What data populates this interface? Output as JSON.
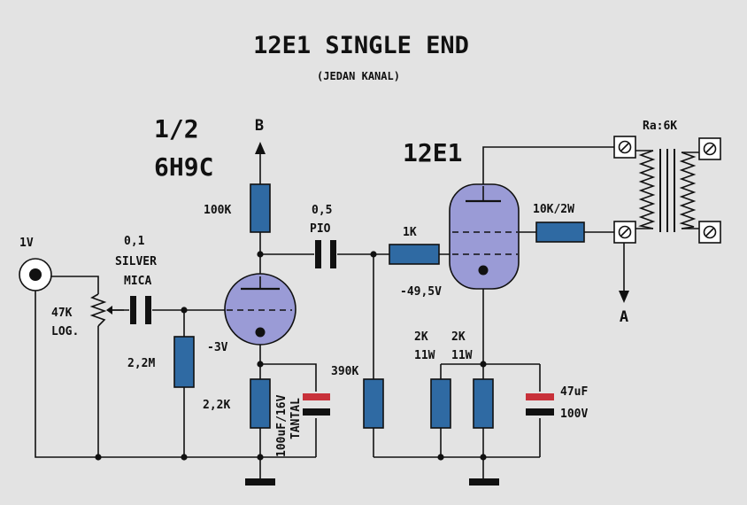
{
  "title": "12E1 SINGLE END",
  "subtitle": "(JEDAN KANAL)",
  "stage1": {
    "fraction": "1/2",
    "tube": "6H9C"
  },
  "stage2": {
    "tube": "12E1"
  },
  "labels": {
    "supply_b": "B",
    "output_a": "A",
    "input": "1V",
    "pot": "47K",
    "pot_taper": "LOG.",
    "c_in_value": "0,1",
    "c_in_type1": "SILVER",
    "c_in_type2": "MICA",
    "r_grid": "2,2M",
    "r_plate": "100K",
    "v_cath1": "-3V",
    "r_cath1": "2,2K",
    "c_cath1": "100uF/16V",
    "c_cath1_type": "TANTAL",
    "c_couple_value": "0,5",
    "c_couple_type": "PIO",
    "r_grid2": "390K",
    "r_stop": "1K",
    "v_grid2": "-49,5V",
    "r_screen": "10K/2W",
    "r_cath2a_val": "2K",
    "r_cath2a_w": "11W",
    "r_cath2b_val": "2K",
    "r_cath2b_w": "11W",
    "c_cath2_value": "47uF",
    "c_cath2_voltage": "100V",
    "ra": "Ra:6K"
  },
  "colors": {
    "background": "#e3e3e3",
    "resistor": "#2f6aa3",
    "tube": "#9a9bd6",
    "cap_positive": "#c8313a"
  }
}
